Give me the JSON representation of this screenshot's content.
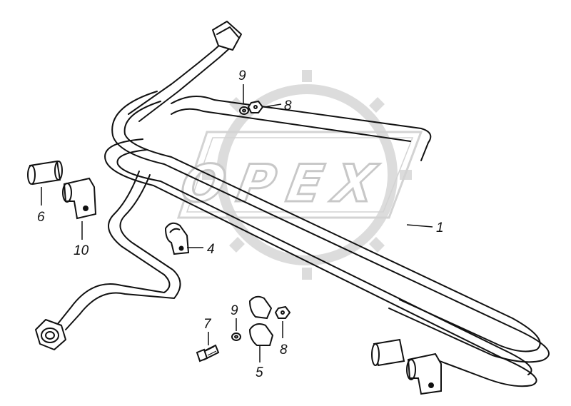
{
  "watermark": {
    "text": "OPEX",
    "color": "#d9d9d9"
  },
  "colors": {
    "line": "#111111",
    "paper": "#ffffff"
  },
  "callouts": {
    "c1": "1",
    "c4": "4",
    "c5": "5",
    "c6": "6",
    "c7": "7",
    "c8_top": "8",
    "c8_bottom": "8",
    "c9_top": "9",
    "c9_bottom": "9",
    "c10": "10"
  }
}
